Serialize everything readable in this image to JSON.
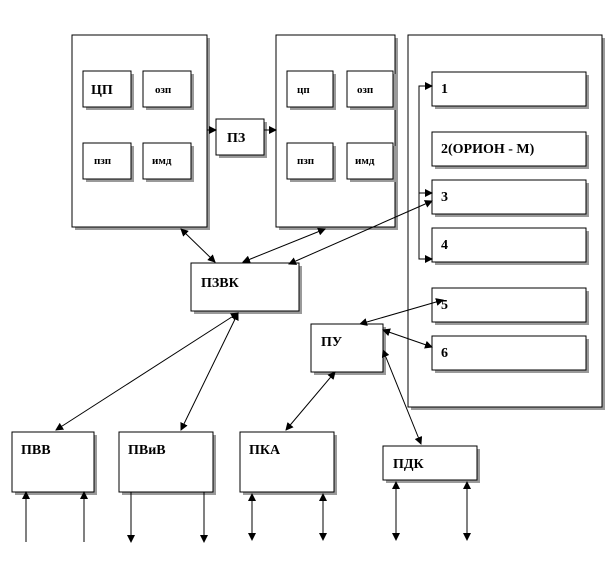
{
  "labels": {
    "cp_left": "ЦП",
    "ozp_left": "озп",
    "pzp_left": "пзп",
    "imd_left": "имд",
    "pz": "ПЗ",
    "cp_right": "цп",
    "ozp_right": "озп",
    "pzp_right": "пзп",
    "imd_right": "имд",
    "pzvk": "ПЗВК",
    "pu": "ПУ",
    "pvv": "ПВВ",
    "pvivv": "ПВиВ",
    "pka": "ПКА",
    "pdk": "ПДК",
    "dev1": "1",
    "dev2": "2(ОРИОН - М)",
    "dev3": "3",
    "dev4": "4",
    "dev5": "5",
    "dev6": "6"
  }
}
